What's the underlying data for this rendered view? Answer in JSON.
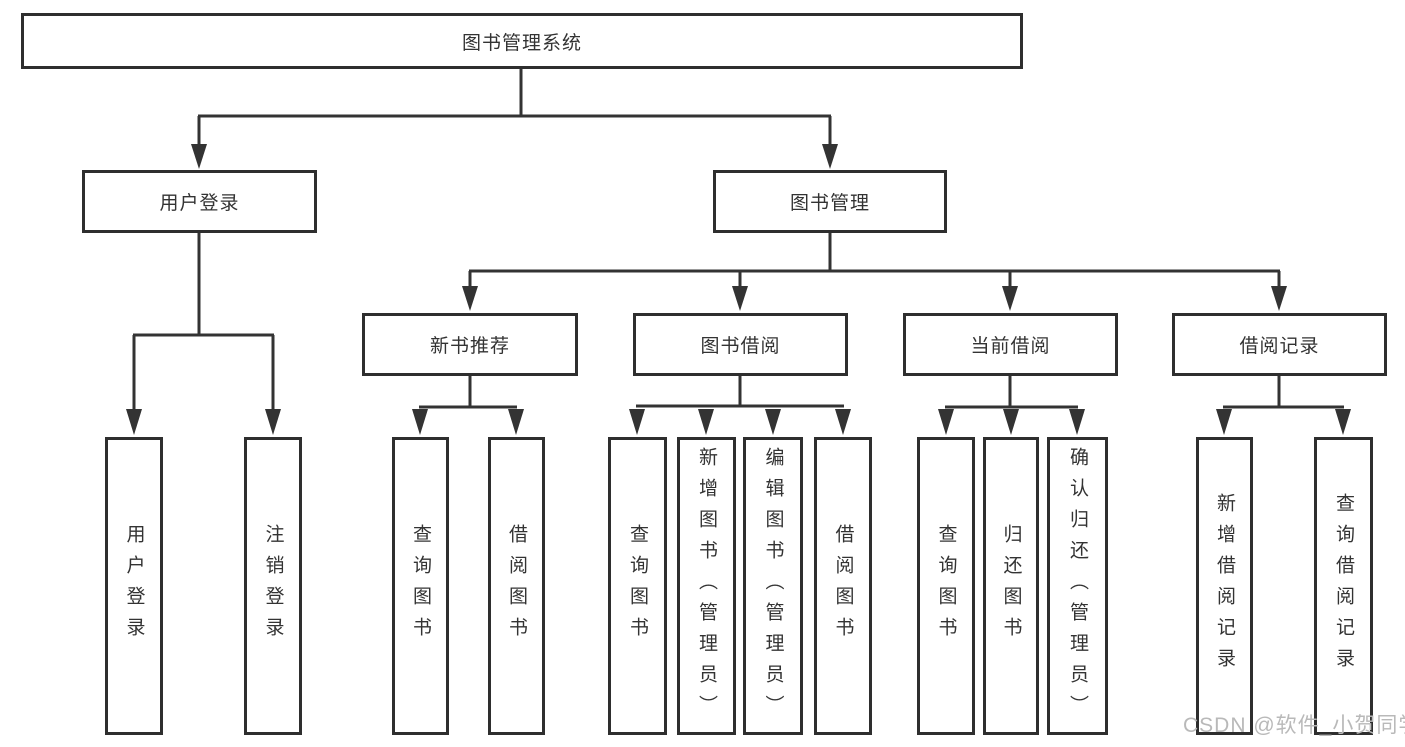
{
  "diagram": {
    "root": {
      "label": "图书管理系统"
    },
    "children": [
      {
        "label": "用户登录",
        "children": [
          {
            "label": "用户登录"
          },
          {
            "label": "注销登录"
          }
        ]
      },
      {
        "label": "图书管理",
        "children": [
          {
            "label": "新书推荐",
            "children": [
              {
                "label": "查询图书"
              },
              {
                "label": "借阅图书"
              }
            ]
          },
          {
            "label": "图书借阅",
            "children": [
              {
                "label": "查询图书"
              },
              {
                "label": "新增图书（管理员）"
              },
              {
                "label": "编辑图书（管理员）"
              },
              {
                "label": "借阅图书"
              }
            ]
          },
          {
            "label": "当前借阅",
            "children": [
              {
                "label": "查询图书"
              },
              {
                "label": "归还图书"
              },
              {
                "label": "确认归还（管理员）"
              }
            ]
          },
          {
            "label": "借阅记录",
            "children": [
              {
                "label": "新增借阅记录"
              },
              {
                "label": "查询借阅记录"
              }
            ]
          }
        ]
      }
    ]
  },
  "watermark": {
    "text": "CSDN @软件_小贺同学",
    "color": "#b9b9b9"
  },
  "colors": {
    "line": "#333333",
    "box_border": "#2e2e2e",
    "text": "#333333",
    "background": "#ffffff"
  }
}
